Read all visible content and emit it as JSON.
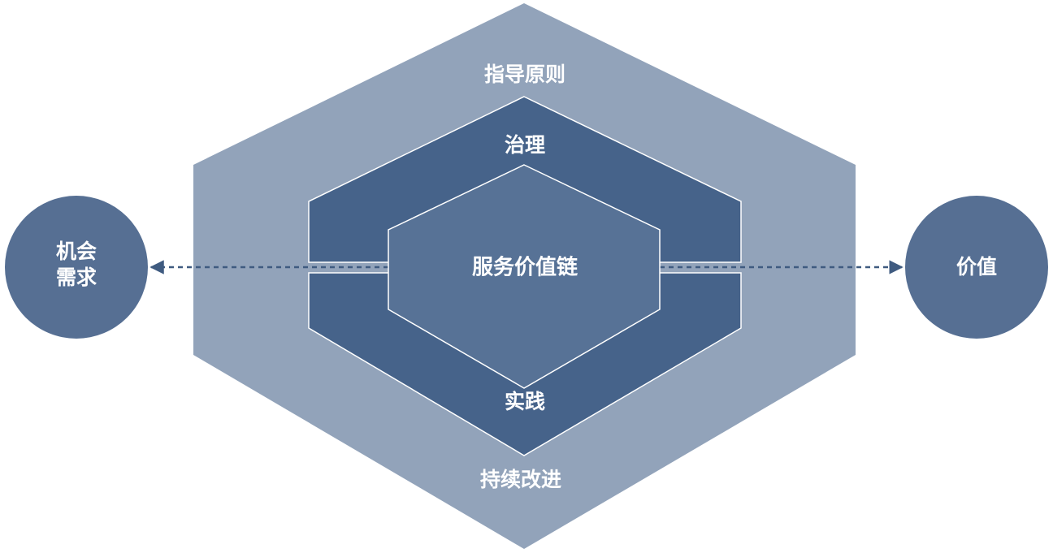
{
  "diagram": {
    "outer_top_label": "指导原则",
    "outer_bottom_label": "持续改进",
    "middle_top_label": "治理",
    "middle_bottom_label": "实践",
    "center_label": "服务价值链",
    "left_circle": {
      "line1": "机会",
      "line2": "需求"
    },
    "right_circle": {
      "label": "价值"
    }
  },
  "colors": {
    "outer_hex": "#92a3ba",
    "middle_hex": "#46638a",
    "inner_hex": "#577296",
    "circle": "#566f93",
    "connector": "#3f5b80",
    "stroke": "#ffffff",
    "text": "#ffffff"
  }
}
